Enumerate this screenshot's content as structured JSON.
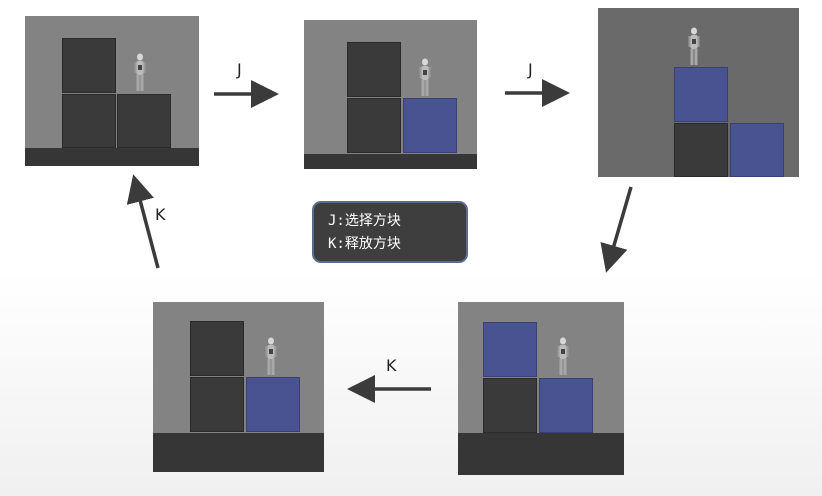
{
  "legend": {
    "line1": "J:选择方块",
    "line2": "K:释放方块"
  },
  "arrows": {
    "a1": "J",
    "a2": "J",
    "a4": "K",
    "a5": "K"
  },
  "colors": {
    "background": "#ffffff",
    "scene": "#838383",
    "block_dark": "#3a3a3a",
    "block_selected": "#4a5391",
    "floor": "#363636",
    "legend_bg": "#3e3e3e",
    "legend_border": "#5a6c88"
  },
  "icons": [
    "character-icon",
    "arrow-right-icon",
    "arrow-down-left-icon",
    "arrow-left-icon",
    "arrow-up-icon"
  ]
}
